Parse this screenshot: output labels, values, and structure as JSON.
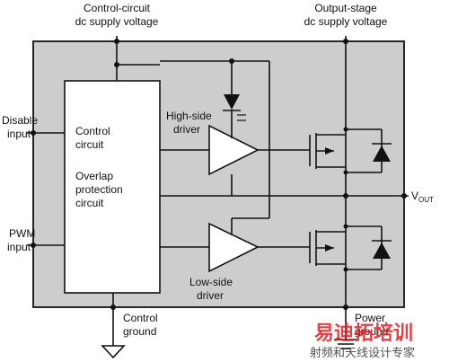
{
  "labels": {
    "control_supply_line1": "Control-circuit",
    "control_supply_line2": "dc supply voltage",
    "output_supply_line1": "Output-stage",
    "output_supply_line2": "dc supply voltage",
    "disable_line1": "Disable",
    "disable_line2": "input",
    "pwm_line1": "PWM",
    "pwm_line2": "input",
    "control_ground_line1": "Control",
    "control_ground_line2": "ground",
    "power_ground_line1": "Power",
    "power_ground_line2": "ground",
    "vout_main": "V",
    "vout_sub": "OUT",
    "high_side_line1": "High-side",
    "high_side_line2": "driver",
    "low_side_line1": "Low-side",
    "low_side_line2": "driver"
  },
  "control_block": {
    "line1": "Control",
    "line2": "circuit",
    "line3": "Overlap",
    "line4": "protection",
    "line5": "circuit"
  },
  "watermark": {
    "brand": "易迪拓培训",
    "subtitle": "射频和天线设计专家"
  },
  "colors": {
    "chip_fill": "#cdcdcd",
    "ink": "#111111",
    "watermark_red": "#e31d25"
  }
}
